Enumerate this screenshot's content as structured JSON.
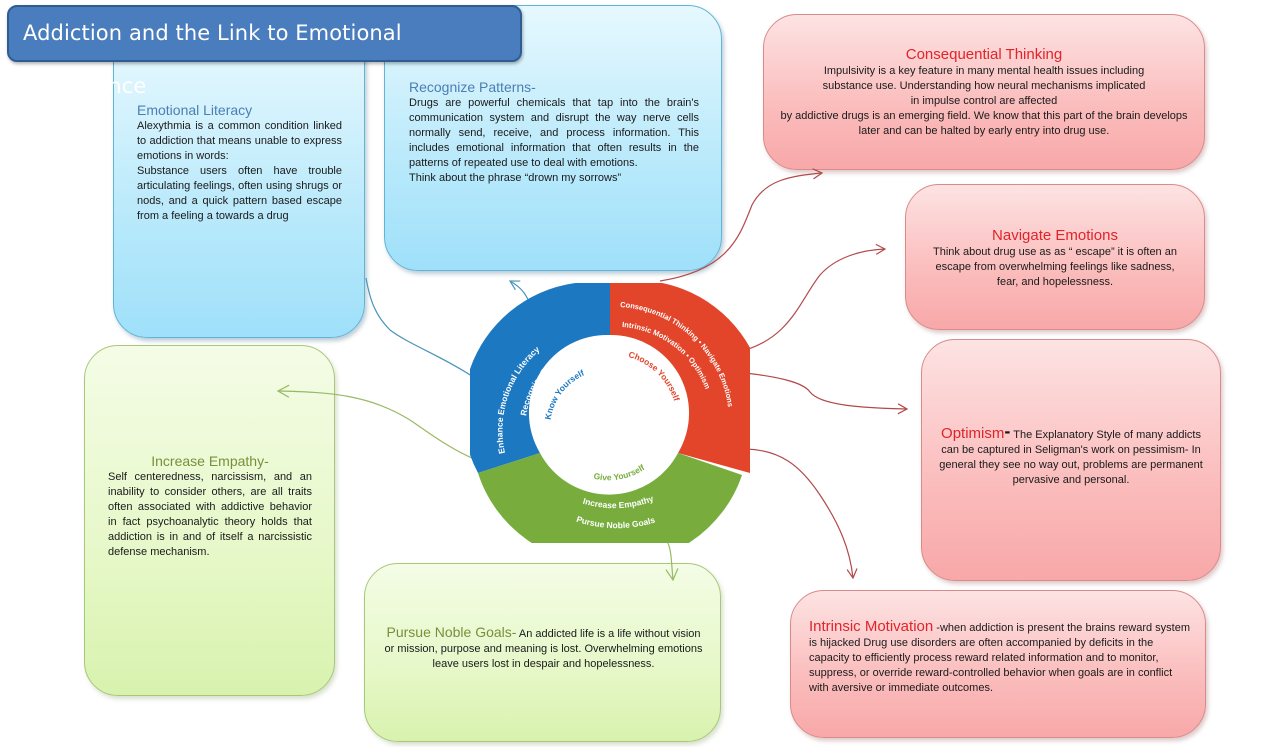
{
  "title": "Addiction and the Link to Emotional Intelligence",
  "colors": {
    "banner": "#4a7dbd",
    "blue_segment": "#1c78c0",
    "red_segment": "#e2452a",
    "green_segment": "#78ad3e",
    "blue_title": "#4a7fb4",
    "red_title": "#e0242a",
    "green_title": "#7b8f3a"
  },
  "wheel": {
    "segments": [
      {
        "name": "Know Yourself",
        "outer_text": [
          "Enhance Emotional Literacy",
          "Recognize Patterns"
        ],
        "color": "#1c78c0"
      },
      {
        "name": "Choose Yourself",
        "outer_text": [
          "Consequential Thinking • Navigate Emotions",
          "Intrinsic Motivation • Optimism"
        ],
        "color": "#e2452a"
      },
      {
        "name": "Give Yourself",
        "outer_text": [
          "Increase Empathy",
          "Pursue Noble Goals"
        ],
        "color": "#78ad3e"
      }
    ]
  },
  "boxes": {
    "emotional_literacy": {
      "title": "Emotional Literacy",
      "paragraphs": [
        "Alexythmia is a common condition linked to addiction that means unable to express emotions in words:",
        "Substance users often have trouble articulating feelings, often using shrugs or nods, and a quick pattern based escape from a feeling a towards a drug"
      ]
    },
    "recognize_patterns": {
      "title": "Recognize Patterns-",
      "paragraphs": [
        "Drugs are powerful  chemicals that tap into the brain's communication system and disrupt the way nerve cells normally send, receive, and process information.  This includes emotional information that often results in the patterns of repeated use to deal with emotions.",
        "Think about  the phrase “drown my sorrows”"
      ]
    },
    "consequential_thinking": {
      "title": "Consequential Thinking",
      "paragraphs": [
        "Impulsivity is a  key feature in many  mental health issues including substance use. Understanding how neural mechanisms implicated in impulse control are affected",
        "by addictive drugs is an emerging field. We know that this part of the brain develops later and can be halted by early entry into drug use."
      ]
    },
    "navigate_emotions": {
      "title": "Navigate Emotions",
      "paragraphs": [
        "Think about drug use as as “ escape”  it is often an escape from overwhelming feelings like sadness, fear, and hopelessness."
      ]
    },
    "optimism": {
      "title": "Optimism",
      "dash": "-",
      "text": " The Explanatory Style of many addicts can be captured in Seligman's work on pessimism- In general they see no way out, problems are permanent pervasive and personal."
    },
    "intrinsic_motivation": {
      "title": "Intrinsic Motivation",
      "text": " -when addiction is present the brains reward system is  hijacked Drug use disorders are often accompanied by deficits in the capacity to efficiently process reward related information and to monitor, suppress, or override reward-controlled behavior when goals are in conflict with aversive or immediate outcomes."
    },
    "pursue_noble_goals": {
      "title": "Pursue Noble Goals-",
      "text": " An addicted life is a life without vision or mission, purpose and meaning is lost. Overwhelming emotions leave users lost in despair and hopelessness."
    },
    "increase_empathy": {
      "title": "Increase Empathy-",
      "paragraphs": [
        "Self centeredness, narcissism, and an inability to consider others, are all traits often associated with addictive behavior in fact psychoanalytic theory holds that addiction is  in and of itself a narcissistic defense mechanism."
      ]
    }
  }
}
